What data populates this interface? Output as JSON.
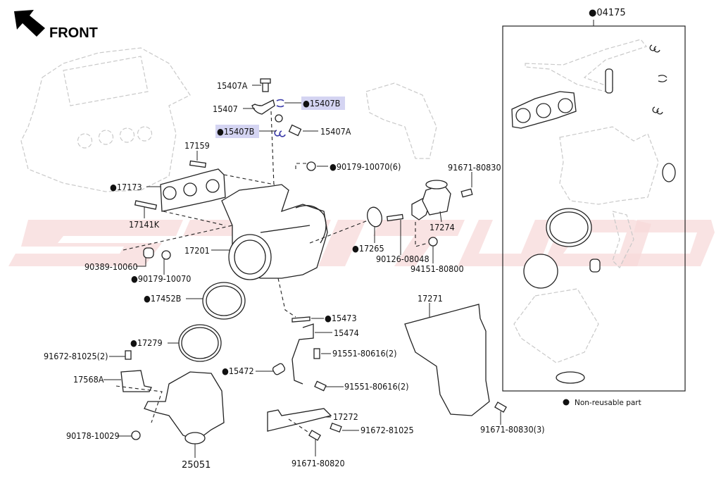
{
  "diagram": {
    "orientation_label": "FRONT",
    "watermark_text": "STI TUNED",
    "legend": {
      "symbol": "●",
      "text": "Non-reusable part"
    },
    "kit": {
      "label": "04175",
      "non_reusable": true
    },
    "highlight_color": "#d4d4f2",
    "parts": [
      {
        "id": "15407A_top",
        "number": "15407A",
        "non_reusable": false
      },
      {
        "id": "15407",
        "number": "15407",
        "non_reusable": false
      },
      {
        "id": "15407B_right",
        "number": "15407B",
        "non_reusable": true,
        "highlighted": true
      },
      {
        "id": "15407B_left",
        "number": "15407B",
        "non_reusable": true,
        "highlighted": true
      },
      {
        "id": "15407A_right",
        "number": "15407A",
        "non_reusable": false
      },
      {
        "id": "17159",
        "number": "17159",
        "non_reusable": false
      },
      {
        "id": "90179-10070-6",
        "number": "90179-10070(6)",
        "non_reusable": true
      },
      {
        "id": "17173",
        "number": "17173",
        "non_reusable": true
      },
      {
        "id": "17141K",
        "number": "17141K",
        "non_reusable": false
      },
      {
        "id": "17201",
        "number": "17201",
        "non_reusable": false
      },
      {
        "id": "90389-10060",
        "number": "90389-10060",
        "non_reusable": false
      },
      {
        "id": "90179-10070",
        "number": "90179-10070",
        "non_reusable": true
      },
      {
        "id": "91671-80830",
        "number": "91671-80830",
        "non_reusable": false
      },
      {
        "id": "17274",
        "number": "17274",
        "non_reusable": false
      },
      {
        "id": "17265",
        "number": "17265",
        "non_reusable": true
      },
      {
        "id": "90126-08048",
        "number": "90126-08048",
        "non_reusable": false
      },
      {
        "id": "94151-80800",
        "number": "94151-80800",
        "non_reusable": false
      },
      {
        "id": "17452B",
        "number": "17452B",
        "non_reusable": true
      },
      {
        "id": "15473",
        "number": "15473",
        "non_reusable": true
      },
      {
        "id": "15474",
        "number": "15474",
        "non_reusable": false
      },
      {
        "id": "17279",
        "number": "17279",
        "non_reusable": true
      },
      {
        "id": "91551-80616-a",
        "number": "91551-80616(2)",
        "non_reusable": false
      },
      {
        "id": "91672-81025-2",
        "number": "91672-81025(2)",
        "non_reusable": false
      },
      {
        "id": "15472",
        "number": "15472",
        "non_reusable": true
      },
      {
        "id": "91551-80616-b",
        "number": "91551-80616(2)",
        "non_reusable": false
      },
      {
        "id": "17568A",
        "number": "17568A",
        "non_reusable": false
      },
      {
        "id": "17271",
        "number": "17271",
        "non_reusable": false
      },
      {
        "id": "17272",
        "number": "17272",
        "non_reusable": false
      },
      {
        "id": "91672-81025",
        "number": "91672-81025",
        "non_reusable": false
      },
      {
        "id": "90178-10029",
        "number": "90178-10029",
        "non_reusable": false
      },
      {
        "id": "91671-80830-3",
        "number": "91671-80830(3)",
        "non_reusable": false
      },
      {
        "id": "91671-80820",
        "number": "91671-80820",
        "non_reusable": false
      },
      {
        "id": "25051",
        "number": "25051",
        "non_reusable": false
      }
    ]
  }
}
